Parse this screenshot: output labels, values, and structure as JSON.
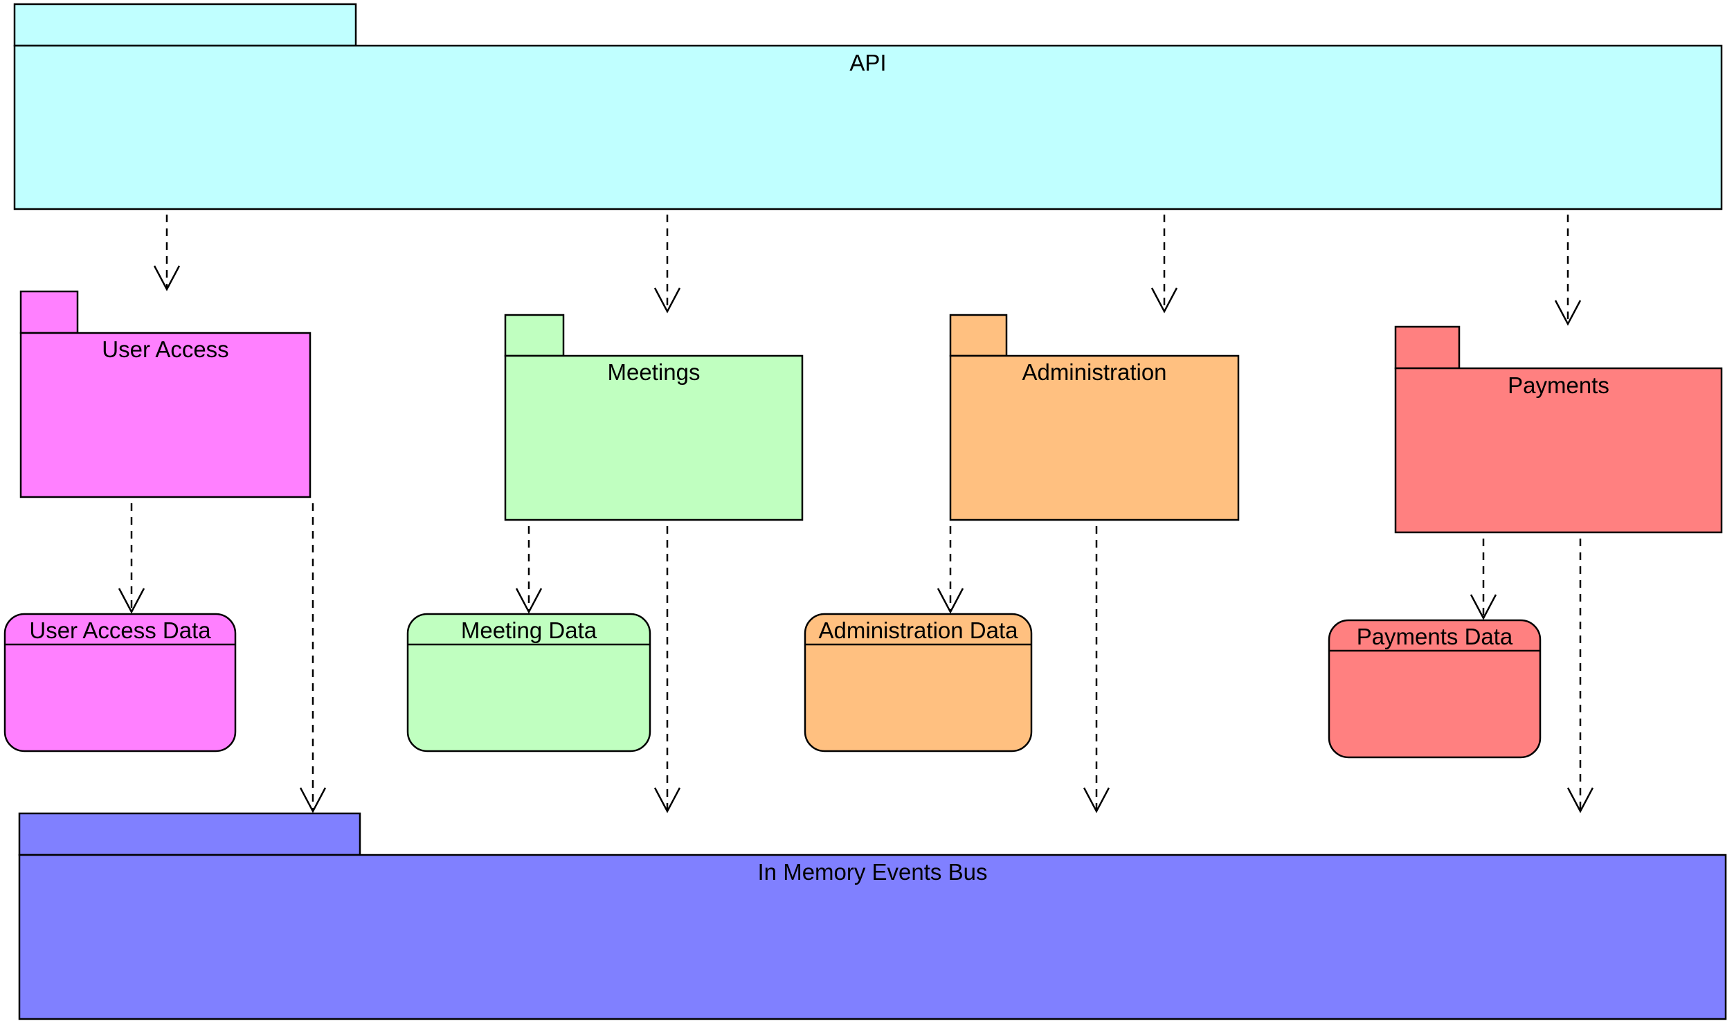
{
  "diagram": {
    "packages": [
      {
        "id": "api",
        "label": "API",
        "color": "#C0FFFF"
      },
      {
        "id": "user-access",
        "label": "User Access",
        "color": "#FF80FF"
      },
      {
        "id": "meetings",
        "label": "Meetings",
        "color": "#C0FFC0"
      },
      {
        "id": "administration",
        "label": "Administration",
        "color": "#FFC080"
      },
      {
        "id": "payments",
        "label": "Payments",
        "color": "#FF8080"
      },
      {
        "id": "events-bus",
        "label": "In Memory Events Bus",
        "color": "#8080FF"
      }
    ],
    "databases": [
      {
        "id": "user-access-data",
        "label": "User Access Data",
        "color": "#FF80FF"
      },
      {
        "id": "meeting-data",
        "label": "Meeting Data",
        "color": "#C0FFC0"
      },
      {
        "id": "administration-data",
        "label": "Administration Data",
        "color": "#FFC080"
      },
      {
        "id": "payments-data",
        "label": "Payments Data",
        "color": "#FF8080"
      }
    ],
    "dependencies": [
      {
        "from": "api",
        "to": "user-access"
      },
      {
        "from": "api",
        "to": "meetings"
      },
      {
        "from": "api",
        "to": "administration"
      },
      {
        "from": "api",
        "to": "payments"
      },
      {
        "from": "user-access",
        "to": "user-access-data"
      },
      {
        "from": "user-access",
        "to": "events-bus"
      },
      {
        "from": "meetings",
        "to": "meeting-data"
      },
      {
        "from": "meetings",
        "to": "events-bus"
      },
      {
        "from": "administration",
        "to": "administration-data"
      },
      {
        "from": "administration",
        "to": "events-bus"
      },
      {
        "from": "payments",
        "to": "payments-data"
      },
      {
        "from": "payments",
        "to": "events-bus"
      }
    ]
  }
}
